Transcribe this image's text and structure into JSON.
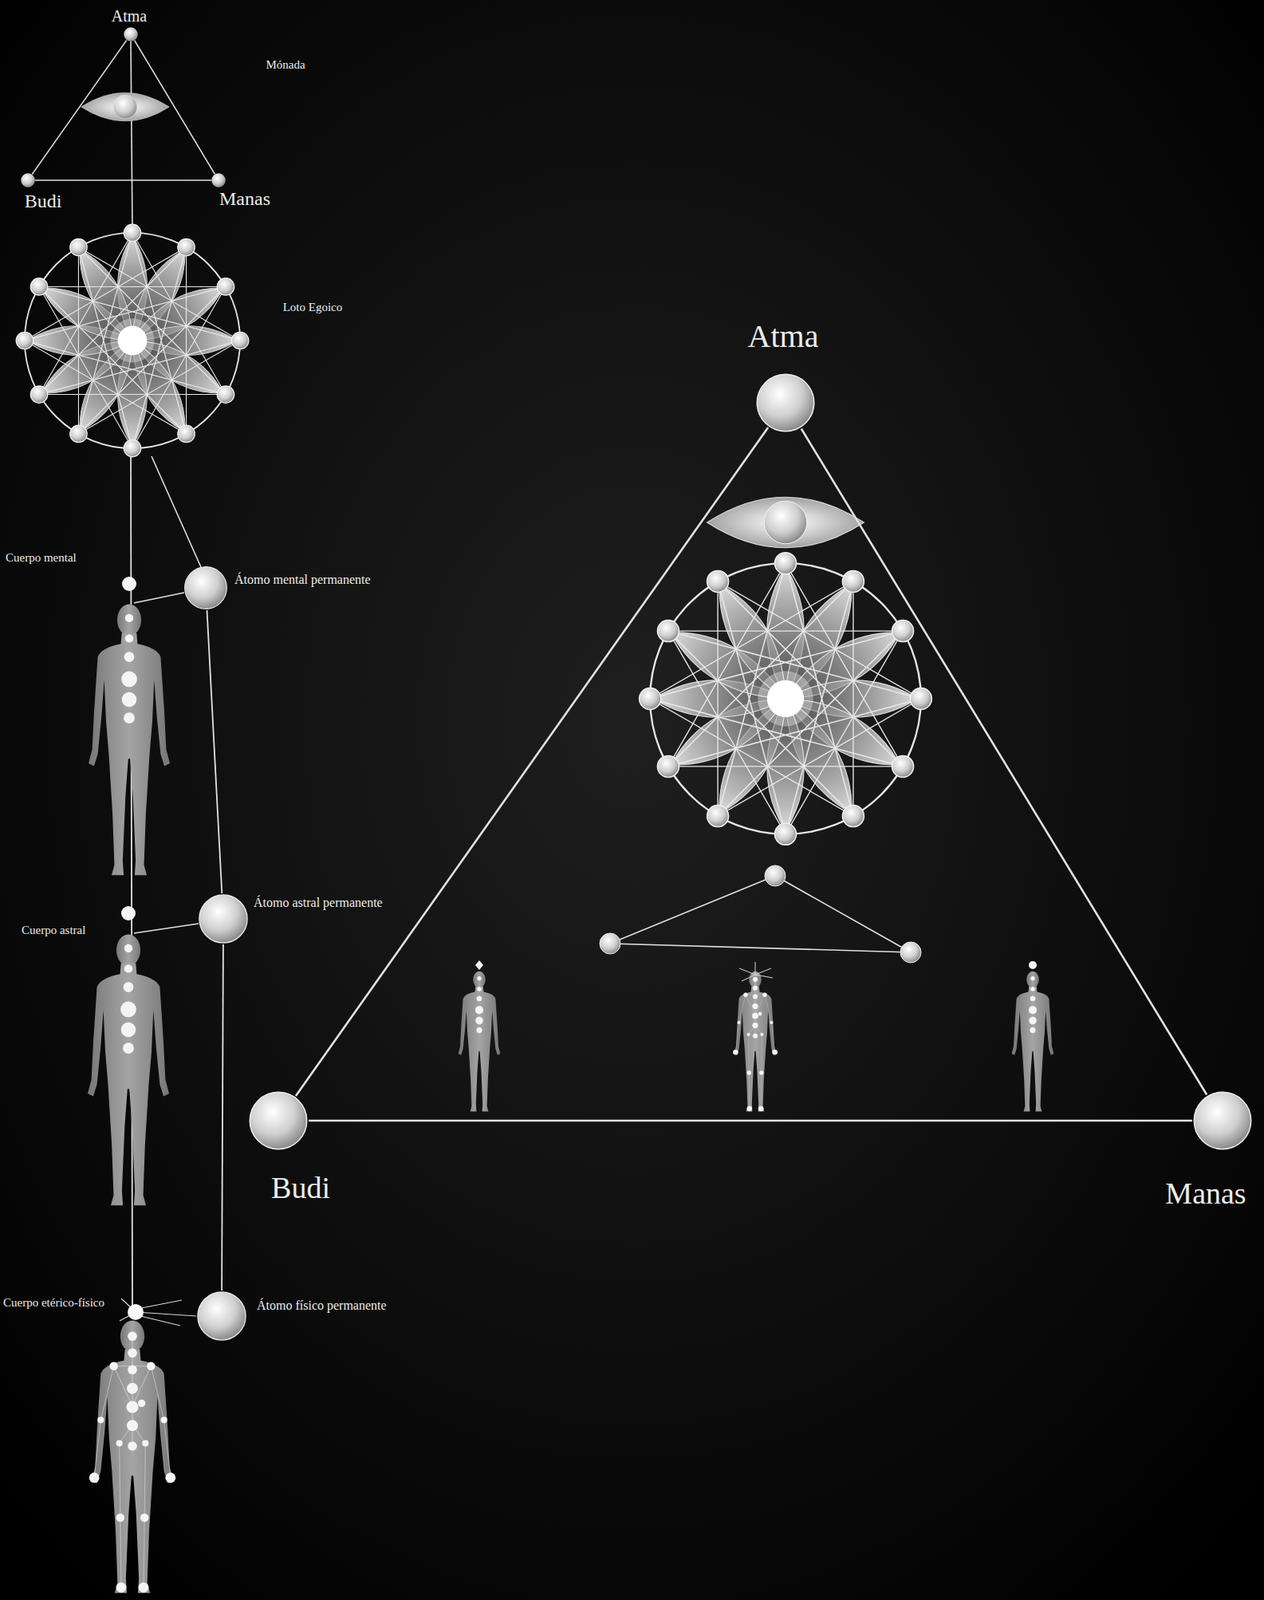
{
  "diagram": {
    "nodes": [
      {
        "text": [
          "Atma"
        ]
      },
      {
        "text": [
          "Budi"
        ]
      },
      {
        "text": [
          "Manas"
        ]
      },
      {
        "text": [
          "Átomo mental permanente"
        ]
      },
      {
        "text": [
          "Átomo astral permanente"
        ]
      },
      {
        "text": [
          "Átomo físico permanente"
        ]
      },
      {
        "text": [
          "Atma"
        ]
      },
      {
        "text": [
          "Budi"
        ]
      },
      {
        "text": [
          "Manas"
        ]
      }
    ],
    "edges": [
      {
        "from": 0,
        "to": 1,
        "arrow": "none"
      },
      {
        "from": 0,
        "to": 2,
        "arrow": "none"
      },
      {
        "from": 1,
        "to": 2,
        "arrow": "none"
      },
      {
        "from": 3,
        "to": 4,
        "arrow": "none"
      },
      {
        "from": 4,
        "to": 5,
        "arrow": "none"
      },
      {
        "from": 6,
        "to": 7,
        "arrow": "none"
      },
      {
        "from": 6,
        "to": 8,
        "arrow": "none"
      },
      {
        "from": 7,
        "to": 8,
        "arrow": "none"
      }
    ],
    "labels": [
      "Mónada",
      "Loto Egoico",
      "Cuerpo mental",
      "Cuerpo astral",
      "Cuerpo etérico-físico"
    ]
  }
}
